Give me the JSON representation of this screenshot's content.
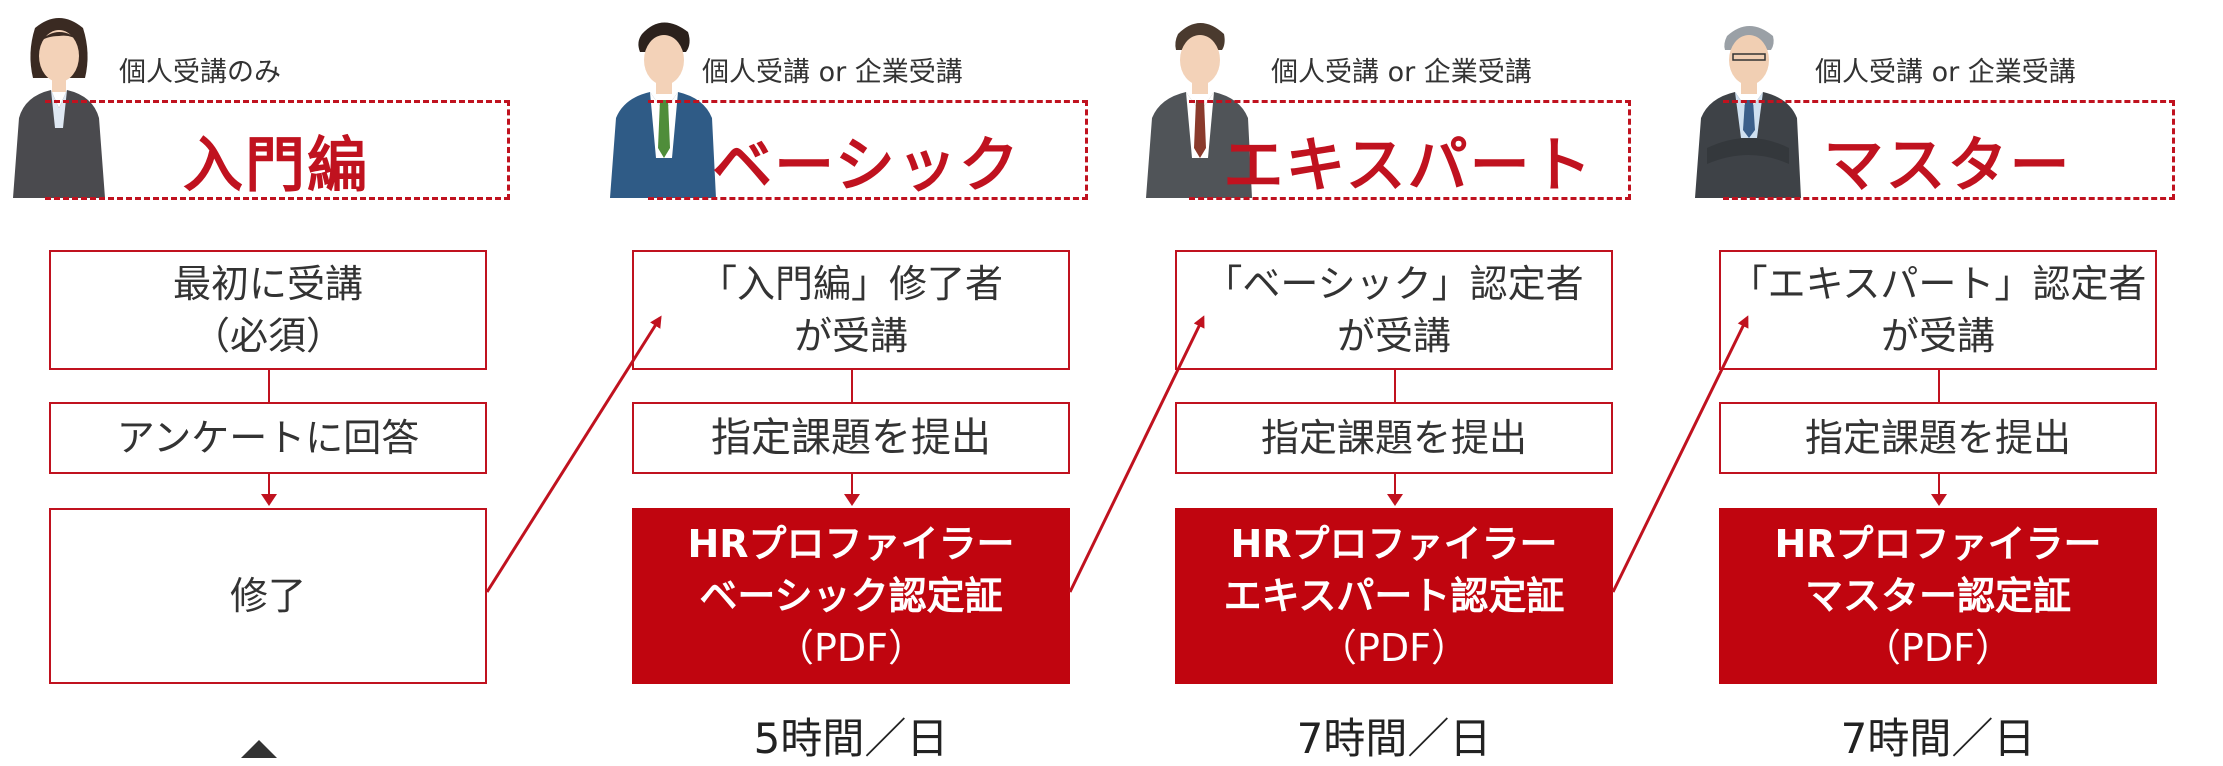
{
  "colors": {
    "accent": "#c0121f",
    "certificate_bg": "#c0050f",
    "text": "#333333"
  },
  "courses": [
    {
      "subtitle": "個人受講のみ",
      "title": "入門編",
      "avatar_icon": "businesswoman-icon",
      "steps": [
        "最初に受講",
        "（必須）"
      ],
      "step2": "アンケートに回答",
      "final": "修了"
    },
    {
      "subtitle": "個人受講 or 企業受講",
      "title": "ベーシック",
      "avatar_icon": "young-businessman-icon",
      "prereq": [
        "「入門編」修了者",
        "が受講"
      ],
      "task": "指定課題を提出",
      "cert": [
        "HRプロファイラー",
        "ベーシック認定証",
        "（PDF）"
      ],
      "time": "5時間／日"
    },
    {
      "subtitle": "個人受講 or 企業受講",
      "title": "エキスパート",
      "avatar_icon": "businessman-icon",
      "prereq": [
        "「ベーシック」認定者",
        "が受講"
      ],
      "task": "指定課題を提出",
      "cert": [
        "HRプロファイラー",
        "エキスパート認定証",
        "（PDF）"
      ],
      "time": "7時間／日"
    },
    {
      "subtitle": "個人受講 or 企業受講",
      "title": "マスター",
      "avatar_icon": "senior-businessman-icon",
      "prereq": [
        "「エキスパート」認定者",
        "が受講"
      ],
      "task": "指定課題を提出",
      "cert": [
        "HRプロファイラー",
        "マスター認定証",
        "（PDF）"
      ],
      "time": "7時間／日"
    }
  ]
}
